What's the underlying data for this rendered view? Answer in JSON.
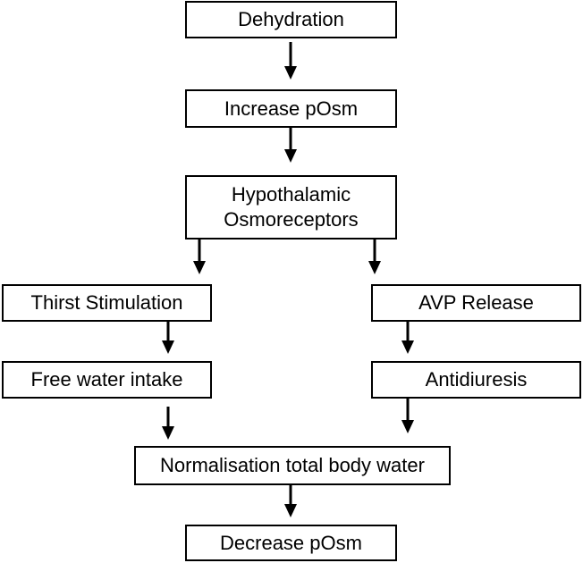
{
  "diagram": {
    "nodes": {
      "dehydration": "Dehydration",
      "increase_posm": "Increase pOsm",
      "hypothalamic_line1": "Hypothalamic",
      "hypothalamic_line2": "Osmoreceptors",
      "thirst_stimulation": "Thirst Stimulation",
      "free_water_intake": "Free water intake",
      "avp_release": "AVP Release",
      "antidiuresis": "Antidiuresis",
      "normalisation": "Normalisation total body water",
      "decrease_posm": "Decrease  pOsm"
    },
    "edges": [
      {
        "from": "Dehydration",
        "to": "Increase pOsm"
      },
      {
        "from": "Increase pOsm",
        "to": "Hypothalamic Osmoreceptors"
      },
      {
        "from": "Hypothalamic Osmoreceptors",
        "to": "Thirst Stimulation"
      },
      {
        "from": "Hypothalamic Osmoreceptors",
        "to": "AVP Release"
      },
      {
        "from": "Thirst Stimulation",
        "to": "Free water intake"
      },
      {
        "from": "AVP Release",
        "to": "Antidiuresis"
      },
      {
        "from": "Free water intake",
        "to": "Normalisation total body water"
      },
      {
        "from": "Antidiuresis",
        "to": "Normalisation total body water"
      },
      {
        "from": "Normalisation total body water",
        "to": "Decrease  pOsm"
      }
    ]
  }
}
